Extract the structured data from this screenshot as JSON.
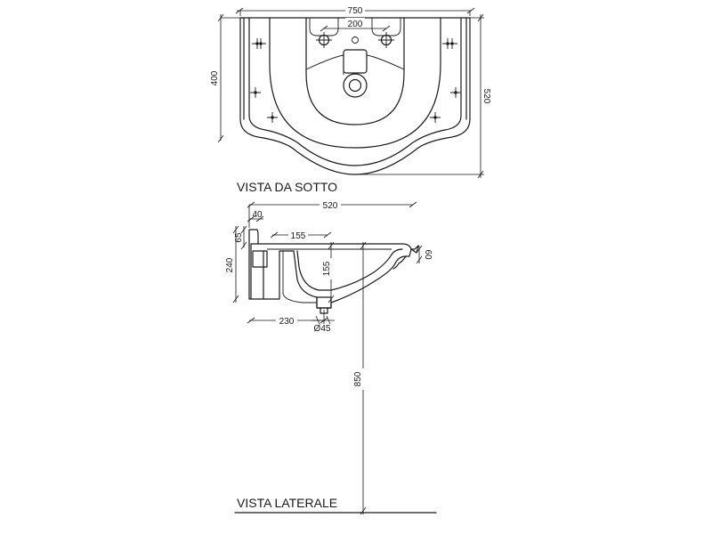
{
  "views": {
    "bottom_title": "VISTA DA SOTTO",
    "side_title": "VISTA LATERALE"
  },
  "dimensions": {
    "width_total": "750",
    "tap_spacing": "200",
    "depth_wall": "400",
    "depth_total": "520",
    "side_depth": "520",
    "back_thickness": "40",
    "back_rise": "65",
    "bowl_offset": "155",
    "height": "240",
    "drain_depth": "155",
    "front_rim": "60",
    "drain_offset": "230",
    "drain_diameter": "Ø45",
    "mount_height": "850"
  }
}
